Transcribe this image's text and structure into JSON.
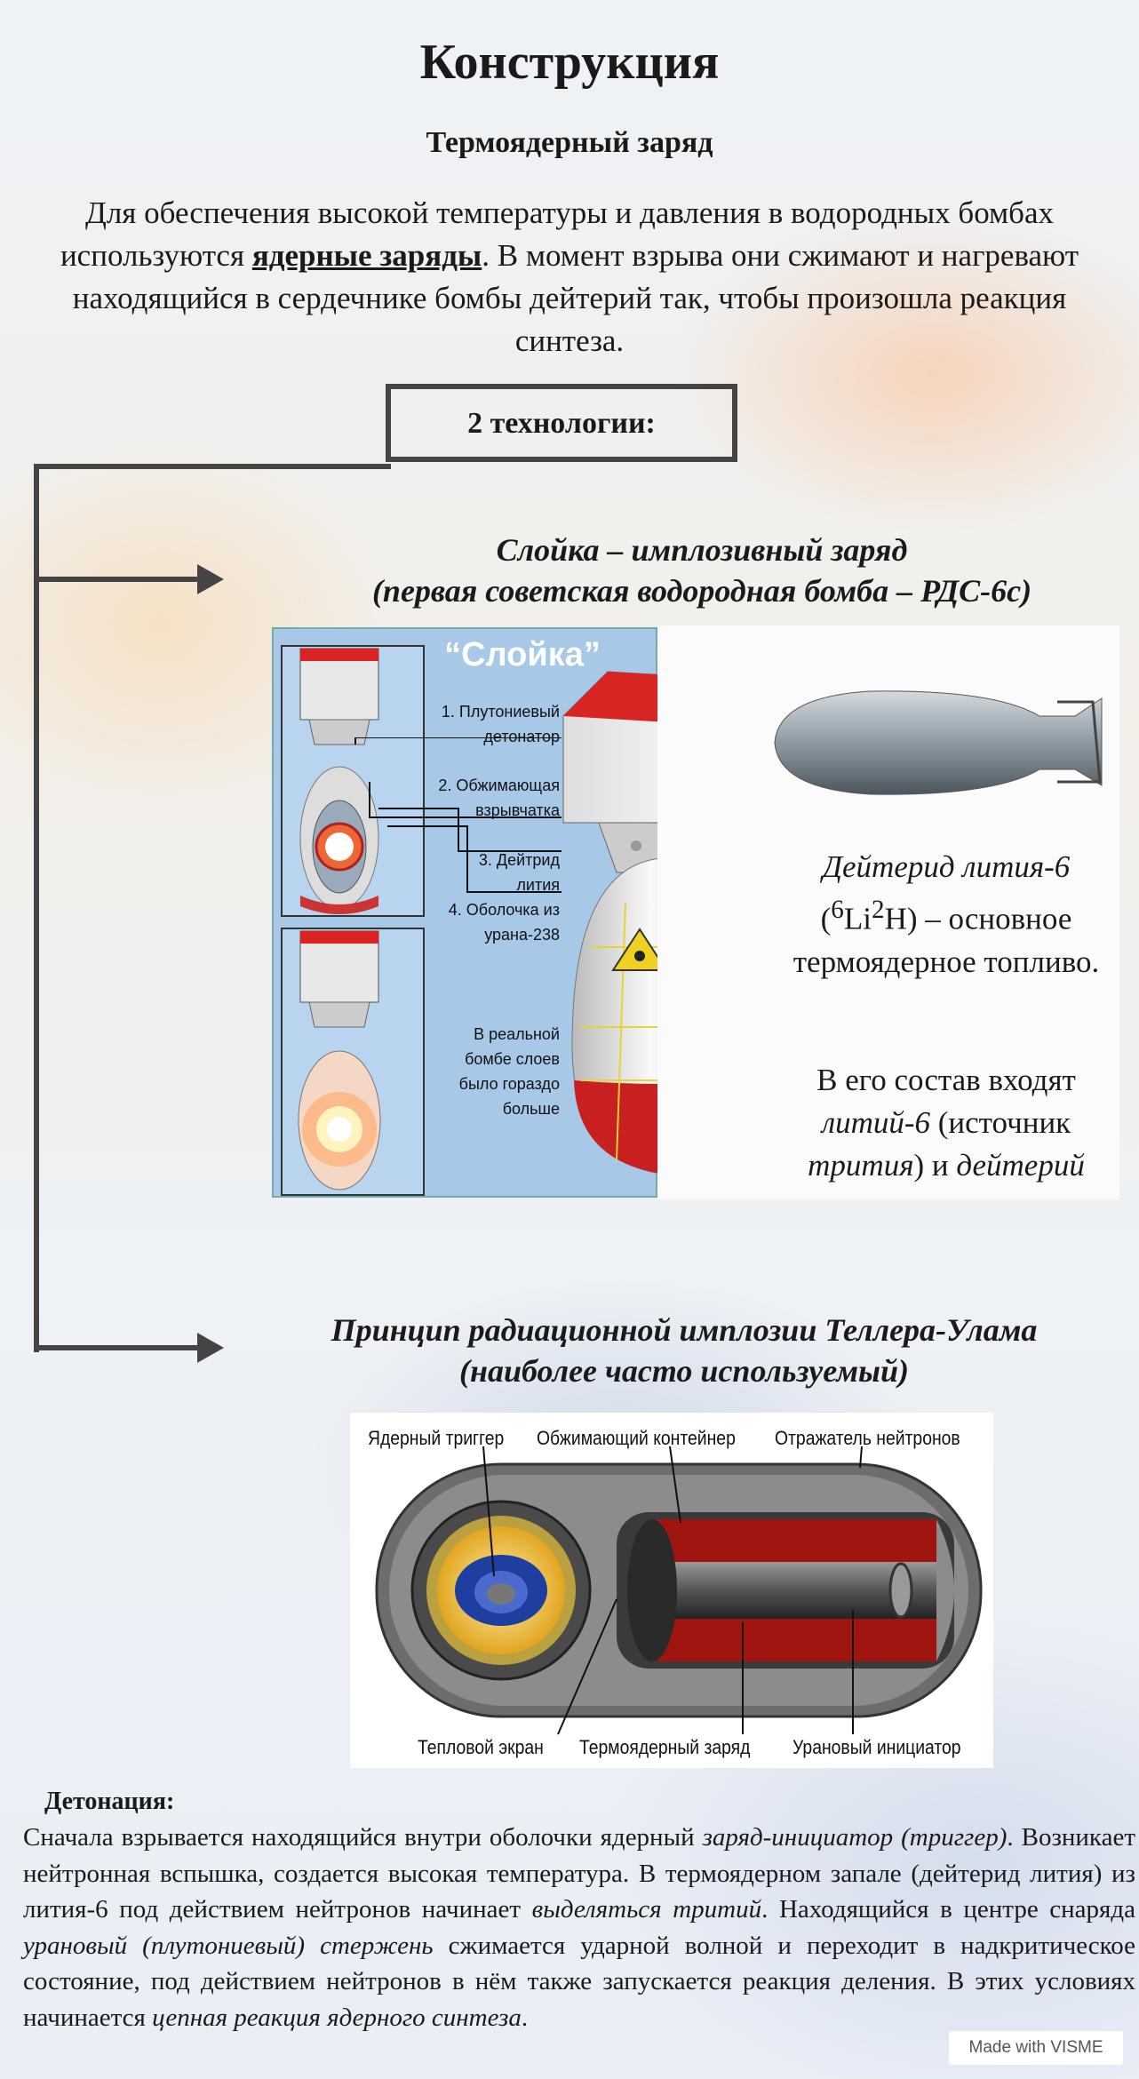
{
  "header": {
    "title": "Конструкция",
    "subtitle": "Термоядерный заряд"
  },
  "intro": {
    "part1": "Для обеспечения высокой температуры и давления в водородных бомбах используются ",
    "link": "ядерные заряды",
    "part2": ". В момент взрыва они сжимают и нагревают находящийся в сердечнике бомбы дейтерий так, чтобы произошла реакция синтеза."
  },
  "technologies": {
    "label": "2 технологии:"
  },
  "sloika": {
    "title_line1": "Слойка – имплозивный заряд",
    "title_line2": "(первая советская водородная бомба – РДС-6с)",
    "diagram_title": "“Слойка”",
    "labels": [
      "1. Плутониевый",
      "детонатор",
      "2. Обжимающая",
      "взрывчатка",
      "3. Дейтрид",
      "лития",
      "4. Оболочка из",
      "урана-238"
    ],
    "note": [
      "В реальной",
      "бомбе слоев",
      "было гораздо",
      "больше"
    ],
    "fuel_name": "Дейтерид лития-6",
    "fuel_formula_open": "(",
    "fuel_sup1": "6",
    "fuel_li": "Li",
    "fuel_sup2": "2",
    "fuel_h": "H) – основное",
    "fuel_rest": "термоядерное топливо.",
    "comp_part1": "В его состав входят ",
    "comp_it1": "литий-6",
    "comp_part2": " (источник ",
    "comp_it2": "трития",
    "comp_part3": ") и ",
    "comp_it3": "дейтерий"
  },
  "teller": {
    "title_line1": "Принцип радиационной имплозии Теллера-Улама",
    "title_line2": "(наиболее часто используемый)",
    "top_labels": [
      "Ядерный триггер",
      "Обжимающий контейнер",
      "Отражатель нейтронов"
    ],
    "bottom_labels": [
      "Тепловой экран",
      "Термоядерный заряд",
      "Урановый инициатор"
    ]
  },
  "detonation": {
    "heading": "Детонация:",
    "s1": "Сначала взрывается находящийся внутри оболочки  ядерный ",
    "s1_it": "заряд-инициатор (триггер)",
    "s1_end": ".",
    "s2": " Возникает нейтронная вспышка, создается высокая температура. В термоядерном запале (дейтерид лития) из лития-6 под действием нейтронов начинает ",
    "s2_it": "выделяться тритий",
    "s2_end": ".",
    "s3": " Находящийся в центре снаряда ",
    "s3_it": "урановый (плутониевый) стержень",
    "s3_end": " сжимается ударной волной и переходит в надкритическое состояние, под действием нейтронов в нём также запускается реакция деления.",
    "s4": " В этих условиях начинается ",
    "s4_it": "цепная реакция ядерного синтеза",
    "s4_end": "."
  },
  "badge": {
    "text": "Made with VISME"
  }
}
